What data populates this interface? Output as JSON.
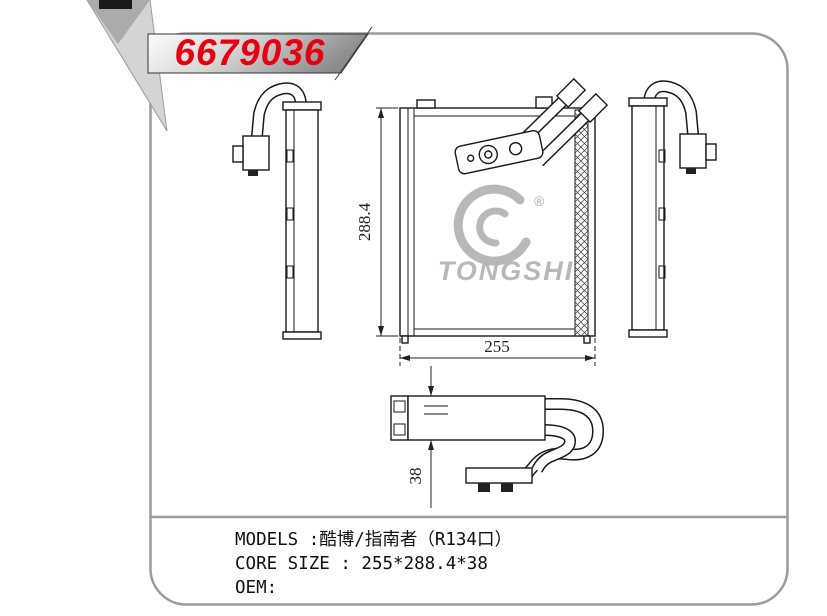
{
  "banner": {
    "part_number": "6679036"
  },
  "brand": {
    "name": "TONGSHI",
    "registered": "®"
  },
  "dimensions": {
    "height": "288.4",
    "width": "255",
    "depth": "38"
  },
  "specs": {
    "models": "MODELS :酷博/指南者（R134口）",
    "core_size": "CORE SIZE : 255*288.4*38",
    "oem": "OEM:"
  },
  "colors": {
    "part_number_red": "#e60012",
    "watermark_gray": "#b5b5b5",
    "frame_gray": "#9c9c9c",
    "line_black": "#1a1a1a"
  }
}
